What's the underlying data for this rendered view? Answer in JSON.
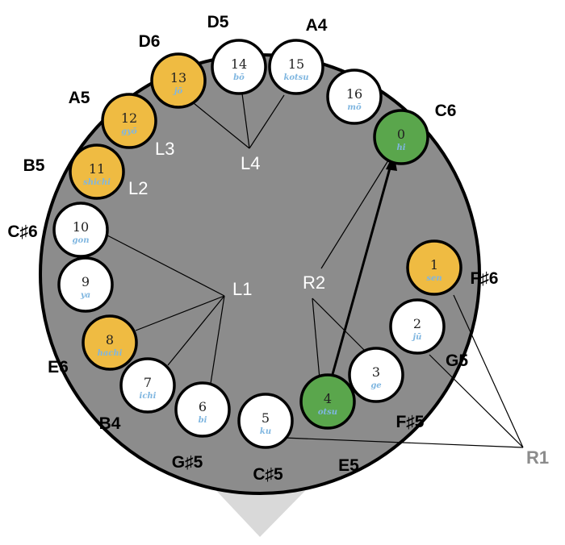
{
  "colors": {
    "disk": "#8c8c8c",
    "highlight_yellow": "#efbb42",
    "highlight_green": "#5aa64c",
    "plain": "#ffffff",
    "shadow": "#d9d9d9",
    "romaji": "#7fb6e0"
  },
  "holes": [
    {
      "num": "0",
      "name": "hi",
      "note": "C6",
      "fill": "green"
    },
    {
      "num": "1",
      "name": "sen",
      "note": "F♯6",
      "fill": "yellow"
    },
    {
      "num": "2",
      "name": "jū",
      "note": "G5",
      "fill": "white"
    },
    {
      "num": "3",
      "name": "ge",
      "note": "F♯5",
      "fill": "white"
    },
    {
      "num": "4",
      "name": "otsu",
      "note": "E5",
      "fill": "green"
    },
    {
      "num": "5",
      "name": "ku",
      "note": "C♯5",
      "fill": "white"
    },
    {
      "num": "6",
      "name": "bi",
      "note": "G♯5",
      "fill": "white"
    },
    {
      "num": "7",
      "name": "ichi",
      "note": "B4",
      "fill": "white"
    },
    {
      "num": "8",
      "name": "hachi",
      "note": "E6",
      "fill": "yellow"
    },
    {
      "num": "9",
      "name": "ya",
      "note": "",
      "fill": "white"
    },
    {
      "num": "10",
      "name": "gon",
      "note": "C♯6",
      "fill": "white"
    },
    {
      "num": "11",
      "name": "shichi",
      "note": "B5",
      "fill": "yellow"
    },
    {
      "num": "12",
      "name": "gyō",
      "note": "A5",
      "fill": "yellow"
    },
    {
      "num": "13",
      "name": "jō",
      "note": "D6",
      "fill": "yellow"
    },
    {
      "num": "14",
      "name": "bō",
      "note": "D5",
      "fill": "white"
    },
    {
      "num": "15",
      "name": "kotsu",
      "note": "A4",
      "fill": "white"
    },
    {
      "num": "16",
      "name": "mō",
      "note": "",
      "fill": "white"
    }
  ],
  "labels": {
    "L1": "L1",
    "L2": "L2",
    "L3": "L3",
    "L4": "L4",
    "R1": "R1",
    "R2": "R2"
  }
}
